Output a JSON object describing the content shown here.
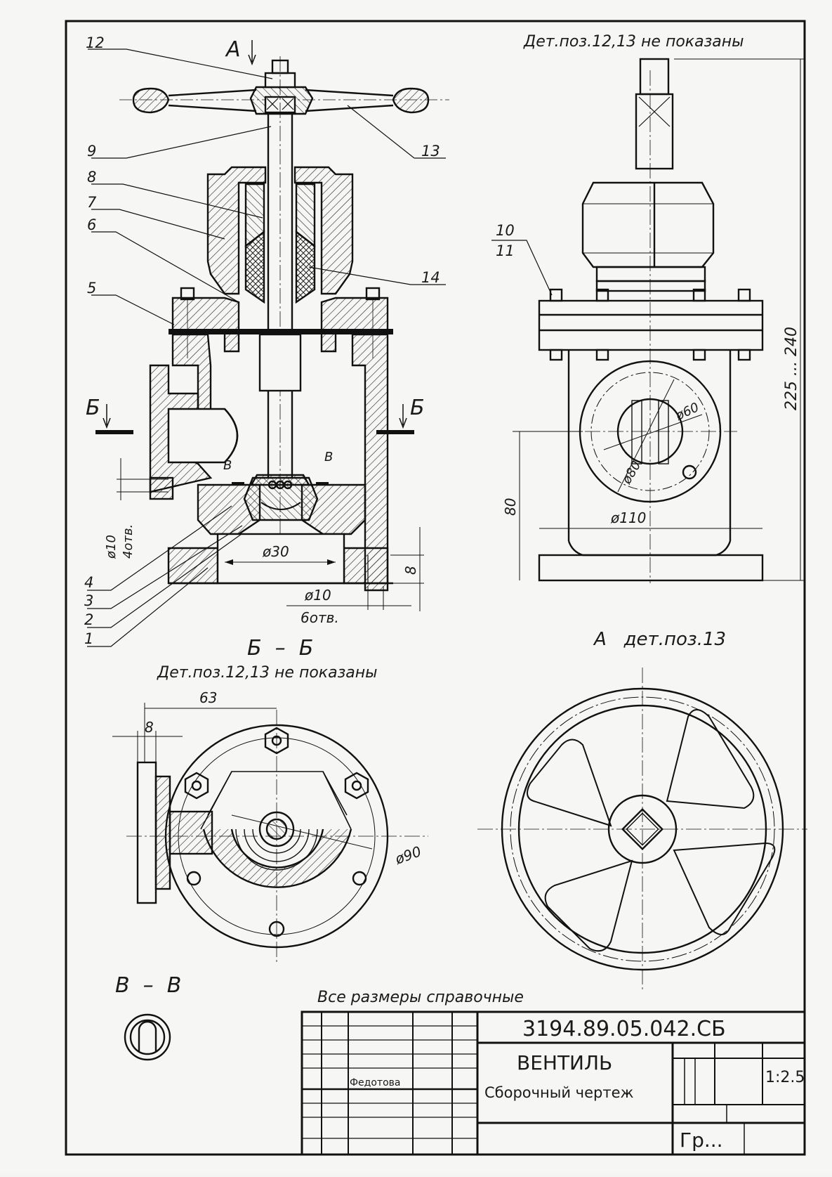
{
  "top_right_note": "Дет.поз.12,13 не показаны",
  "view_a_label": "А",
  "callouts": [
    "12",
    "9",
    "8",
    "7",
    "6",
    "5",
    "13",
    "14",
    "10",
    "11",
    "4",
    "3",
    "2",
    "1"
  ],
  "section_b_label": "Б",
  "section_v_label": "В",
  "dims": {
    "d10_holes": "ø10",
    "holes4": "4отв.",
    "d30": "ø30",
    "d10b": "ø10",
    "holes6": "6отв.",
    "h8": "8",
    "h80": "80",
    "d110": "ø110",
    "d60": "ø60",
    "d80": "ø80",
    "height": "225 ... 240",
    "w63": "63",
    "w8": "8",
    "d90": "ø90"
  },
  "section_bb_title": "Б  –  Б",
  "section_bb_note": "Дет.поз.12,13 не показаны",
  "view_a_title": "А   дет.поз.13",
  "section_vv_title": "В  –  В",
  "general_note": "Все размеры справочные",
  "title_block": {
    "doc_number": "3194.89.05.042.СБ",
    "name": "ВЕНТИЛЬ",
    "doc_type": "Сборочный чертеж",
    "author": "Федотова",
    "scale": "1:2.5",
    "group": "Гр..."
  }
}
